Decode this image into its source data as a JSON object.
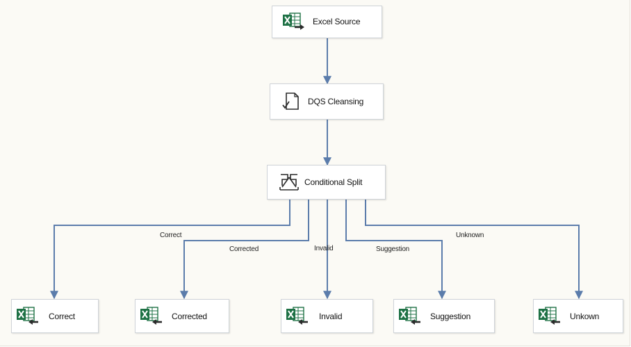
{
  "nodes": {
    "excel_source": {
      "label": "Excel Source",
      "icon": "excel-source-icon"
    },
    "dqs_cleansing": {
      "label": "DQS Cleansing",
      "icon": "dqs-cleansing-icon"
    },
    "conditional_split": {
      "label": "Conditional Split",
      "icon": "conditional-split-icon"
    },
    "destinations": [
      {
        "label": "Correct",
        "icon": "excel-destination-icon"
      },
      {
        "label": "Corrected",
        "icon": "excel-destination-icon"
      },
      {
        "label": "Invalid",
        "icon": "excel-destination-icon"
      },
      {
        "label": "Suggestion",
        "icon": "excel-destination-icon"
      },
      {
        "label": "Unkown",
        "icon": "excel-destination-icon"
      }
    ]
  },
  "path_labels": [
    "Correct",
    "Corrected",
    "Invalid",
    "Suggestion",
    "Unknown"
  ],
  "colors": {
    "connector": "#5b7cab",
    "excel_green": "#1e7145",
    "canvas": "#fbfaf5"
  }
}
